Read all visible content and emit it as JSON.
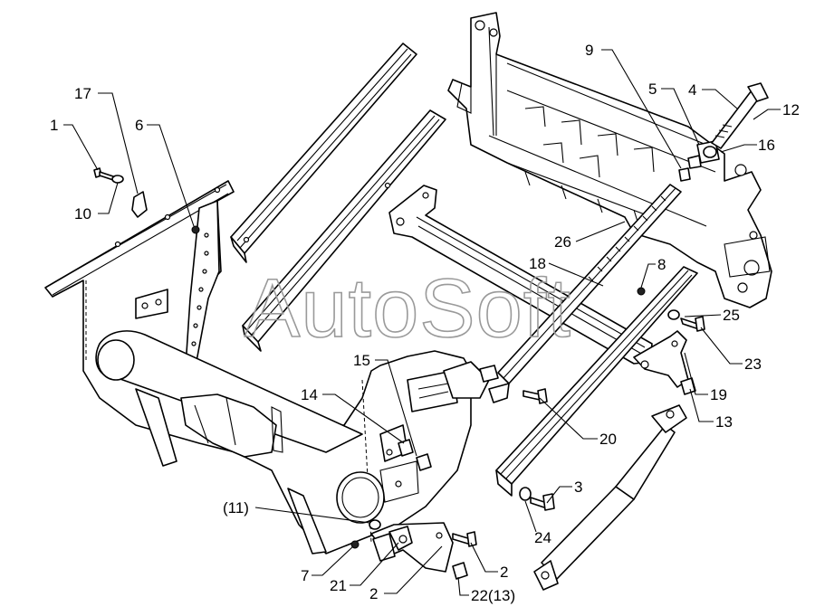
{
  "watermark": "AutoSoft",
  "callouts": [
    {
      "id": "c1",
      "text": "1"
    },
    {
      "id": "c17",
      "text": "17"
    },
    {
      "id": "c6",
      "text": "6"
    },
    {
      "id": "c10",
      "text": "10"
    },
    {
      "id": "c9",
      "text": "9"
    },
    {
      "id": "c5",
      "text": "5"
    },
    {
      "id": "c4",
      "text": "4"
    },
    {
      "id": "c12",
      "text": "12"
    },
    {
      "id": "c16",
      "text": "16"
    },
    {
      "id": "c26",
      "text": "26"
    },
    {
      "id": "c18",
      "text": "18"
    },
    {
      "id": "c8",
      "text": "8"
    },
    {
      "id": "c25",
      "text": "25"
    },
    {
      "id": "c23",
      "text": "23"
    },
    {
      "id": "c19",
      "text": "19"
    },
    {
      "id": "c13",
      "text": "13"
    },
    {
      "id": "c20",
      "text": "20"
    },
    {
      "id": "c15",
      "text": "15"
    },
    {
      "id": "c14",
      "text": "14"
    },
    {
      "id": "c3",
      "text": "3"
    },
    {
      "id": "c24",
      "text": "24"
    },
    {
      "id": "c11",
      "text": "(11)"
    },
    {
      "id": "c7",
      "text": "7"
    },
    {
      "id": "c21",
      "text": "21"
    },
    {
      "id": "c2a",
      "text": "2"
    },
    {
      "id": "c2b",
      "text": "2"
    },
    {
      "id": "c22",
      "text": "22(13)"
    }
  ]
}
